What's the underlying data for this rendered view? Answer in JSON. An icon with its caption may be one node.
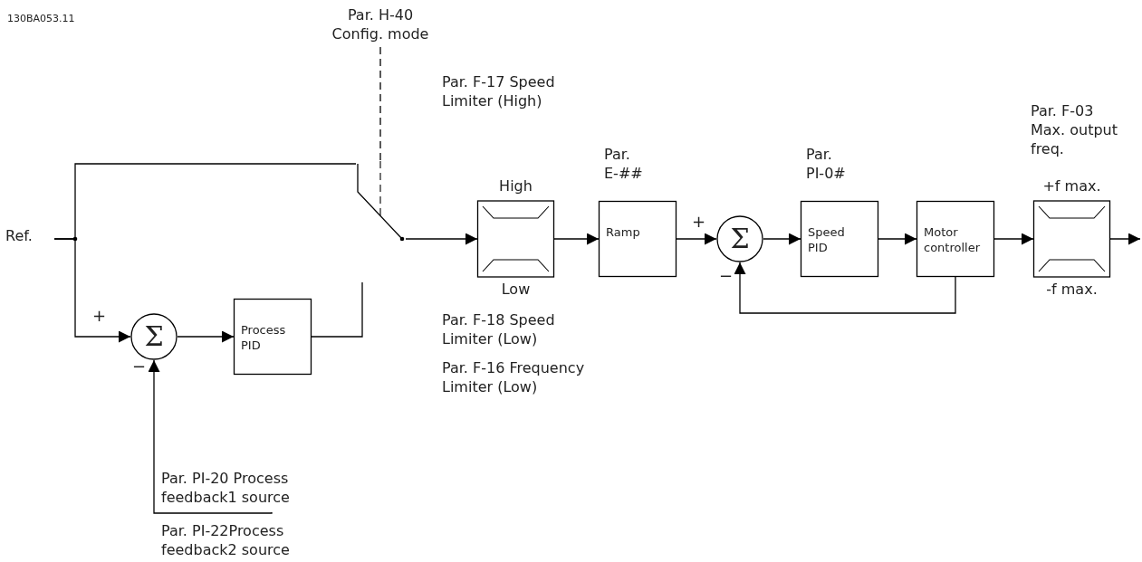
{
  "diagram": {
    "nodes": [
      {
        "text": [
          "Par. H-40 Config. mode"
        ]
      },
      {
        "text": [
          "Ref."
        ]
      },
      {
        "text": [],
        "shape": "switch"
      },
      {
        "text": [
          "High",
          "Low"
        ],
        "beside": [
          "Par. F-18 Speed Limiter (Low)",
          "Par. F-16 Frequency Limiter (Low)"
        ]
      },
      {
        "text": [
          "Par. E-##",
          "Ramp"
        ]
      },
      {
        "text": [
          "Σ"
        ]
      },
      {
        "text": [
          "Par. PI-0#",
          "Speed PID"
        ]
      },
      {
        "text": [
          "Motor controller"
        ]
      },
      {
        "text": [
          "+f max.",
          "-f max."
        ]
      },
      {
        "text": [
          "Σ"
        ]
      },
      {
        "text": [
          "Process PID"
        ]
      },
      {
        "text": [
          "Par. PI-20 Process feedback1 source"
        ]
      }
    ],
    "edges": [
      {
        "from": 0,
        "to": 2,
        "arrow": "none",
        "style": "dashed"
      },
      {
        "from": 1,
        "to": 2,
        "arrow": "none"
      },
      {
        "from": 1,
        "to": 9,
        "arrow": "to",
        "label": "+"
      },
      {
        "from": 2,
        "to": 3,
        "arrow": "to"
      },
      {
        "from": 3,
        "to": 4,
        "arrow": "to"
      },
      {
        "from": 4,
        "to": 5,
        "arrow": "to",
        "label": "+"
      },
      {
        "from": 5,
        "to": 6,
        "arrow": "to"
      },
      {
        "from": 6,
        "to": 7,
        "arrow": "to"
      },
      {
        "from": 7,
        "to": 8,
        "arrow": "to"
      },
      {
        "from": 8,
        "to": null,
        "arrow": "to"
      },
      {
        "from": 7,
        "to": 5,
        "arrow": "to",
        "label": "−"
      },
      {
        "from": 9,
        "to": 10,
        "arrow": "to"
      },
      {
        "from": 10,
        "to": 2,
        "arrow": "none"
      },
      {
        "from": 11,
        "to": 9,
        "arrow": "to",
        "label": "−"
      }
    ],
    "labels": [
      "130BA053.11",
      "Par. F-17 Speed Limiter (High)",
      "Par. F-03 Max. output freq.",
      "Par. PI-22Process feedback2 source"
    ]
  }
}
